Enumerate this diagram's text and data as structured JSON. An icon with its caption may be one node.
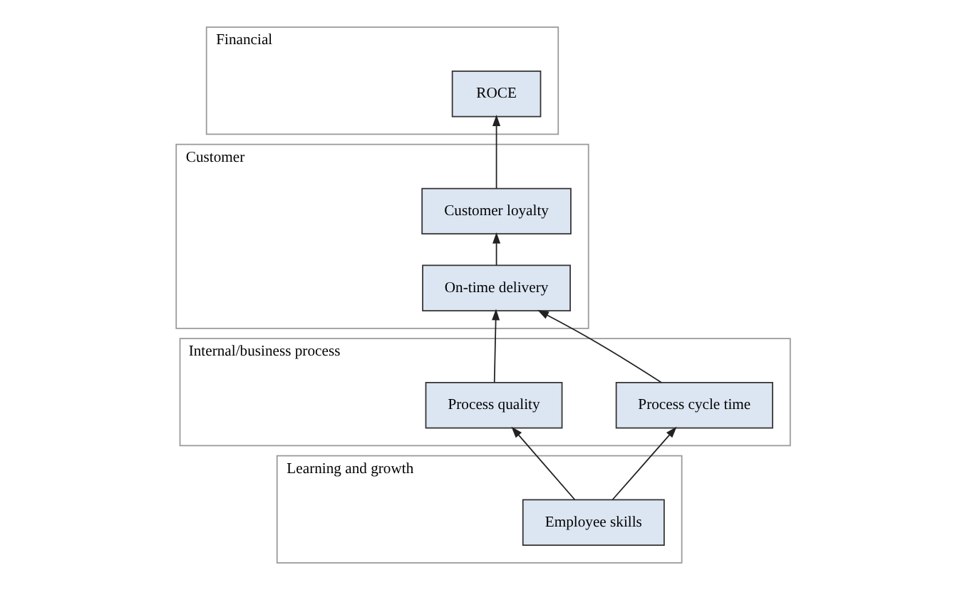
{
  "diagram": {
    "nodes": [
      {
        "text": [
          "Financial"
        ]
      },
      {
        "text": [
          "ROCE"
        ],
        "in": 0
      },
      {
        "text": [
          "Customer"
        ]
      },
      {
        "text": [
          "Customer loyalty"
        ],
        "in": 2
      },
      {
        "text": [
          "On-time delivery"
        ],
        "in": 2
      },
      {
        "text": [
          "Internal/business process"
        ]
      },
      {
        "text": [
          "Process quality"
        ],
        "in": 5
      },
      {
        "text": [
          "Process cycle time"
        ],
        "in": 5
      },
      {
        "text": [
          "Learning and growth"
        ]
      },
      {
        "text": [
          "Employee skills"
        ],
        "in": 8
      }
    ],
    "edges": [
      {
        "from": 9,
        "to": 6,
        "arrow": "to"
      },
      {
        "from": 9,
        "to": 7,
        "arrow": "to"
      },
      {
        "from": 6,
        "to": 4,
        "arrow": "to"
      },
      {
        "from": 7,
        "to": 4,
        "arrow": "to"
      },
      {
        "from": 4,
        "to": 3,
        "arrow": "to"
      },
      {
        "from": 3,
        "to": 1,
        "arrow": "to"
      }
    ]
  }
}
